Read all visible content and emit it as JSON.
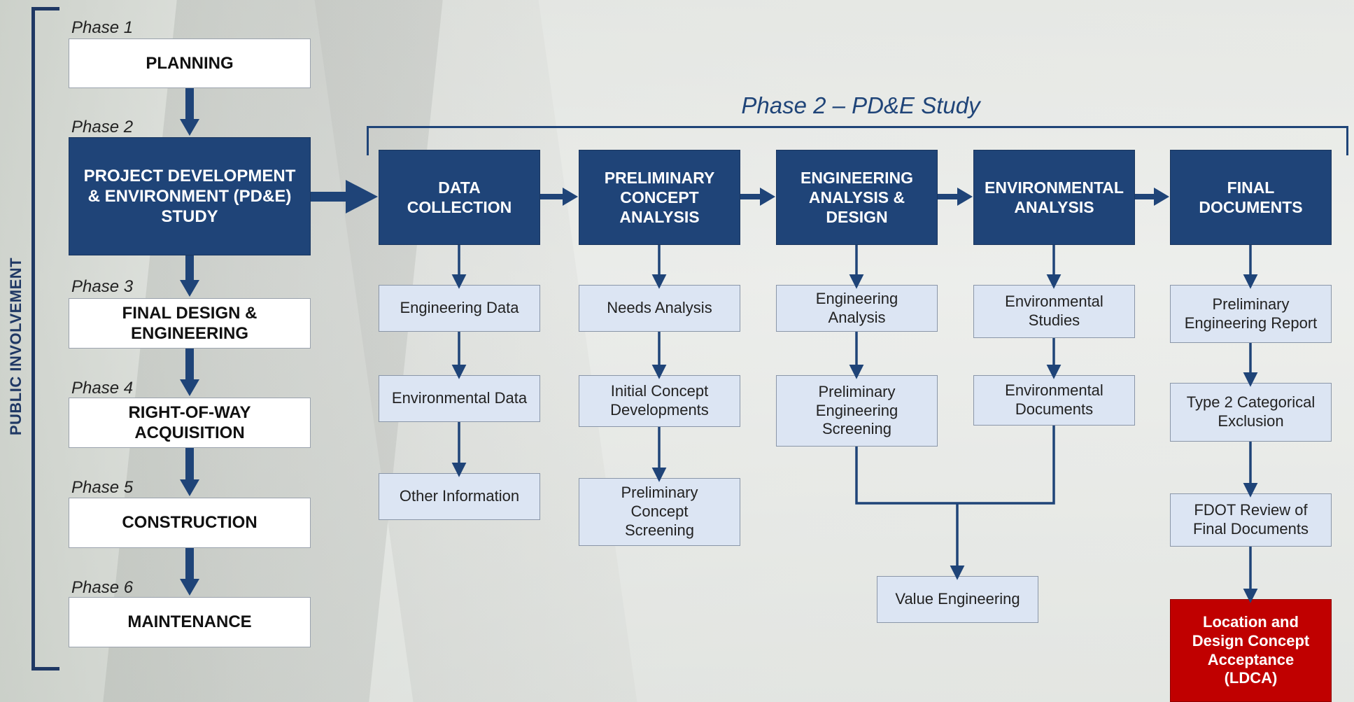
{
  "side_label": "PUBLIC INVOLVEMENT",
  "phases": [
    {
      "label": "Phase 1",
      "title": "PLANNING"
    },
    {
      "label": "Phase 2",
      "title": "PROJECT DEVELOPMENT & ENVIRONMENT (PD&E) STUDY"
    },
    {
      "label": "Phase 3",
      "title": "FINAL DESIGN & ENGINEERING"
    },
    {
      "label": "Phase 4",
      "title": "RIGHT-OF-WAY ACQUISITION"
    },
    {
      "label": "Phase 5",
      "title": "CONSTRUCTION"
    },
    {
      "label": "Phase 6",
      "title": "MAINTENANCE"
    }
  ],
  "pde_study": {
    "title": "Phase 2 – PD&E Study",
    "columns": [
      {
        "header": "DATA COLLECTION",
        "items": [
          "Engineering Data",
          "Environmental Data",
          "Other Information"
        ]
      },
      {
        "header": "PRELIMINARY CONCEPT ANALYSIS",
        "items": [
          "Needs Analysis",
          "Initial Concept Developments",
          "Preliminary Concept Screening"
        ]
      },
      {
        "header": "ENGINEERING ANALYSIS & DESIGN",
        "items": [
          "Engineering Analysis",
          "Preliminary Engineering Screening"
        ]
      },
      {
        "header": "ENVIRONMENTAL ANALYSIS",
        "items": [
          "Environmental Studies",
          "Environmental Documents"
        ]
      },
      {
        "header": "FINAL DOCUMENTS",
        "items": [
          "Preliminary Engineering Report",
          "Type 2 Categorical Exclusion",
          "FDOT Review of Final Documents"
        ]
      }
    ],
    "merged_item": "Value Engineering",
    "final_item": "Location and Design Concept Acceptance (LDCA)"
  },
  "colors": {
    "navy": "#1f4478",
    "light_blue": "#dce5f3",
    "red": "#c00000"
  }
}
